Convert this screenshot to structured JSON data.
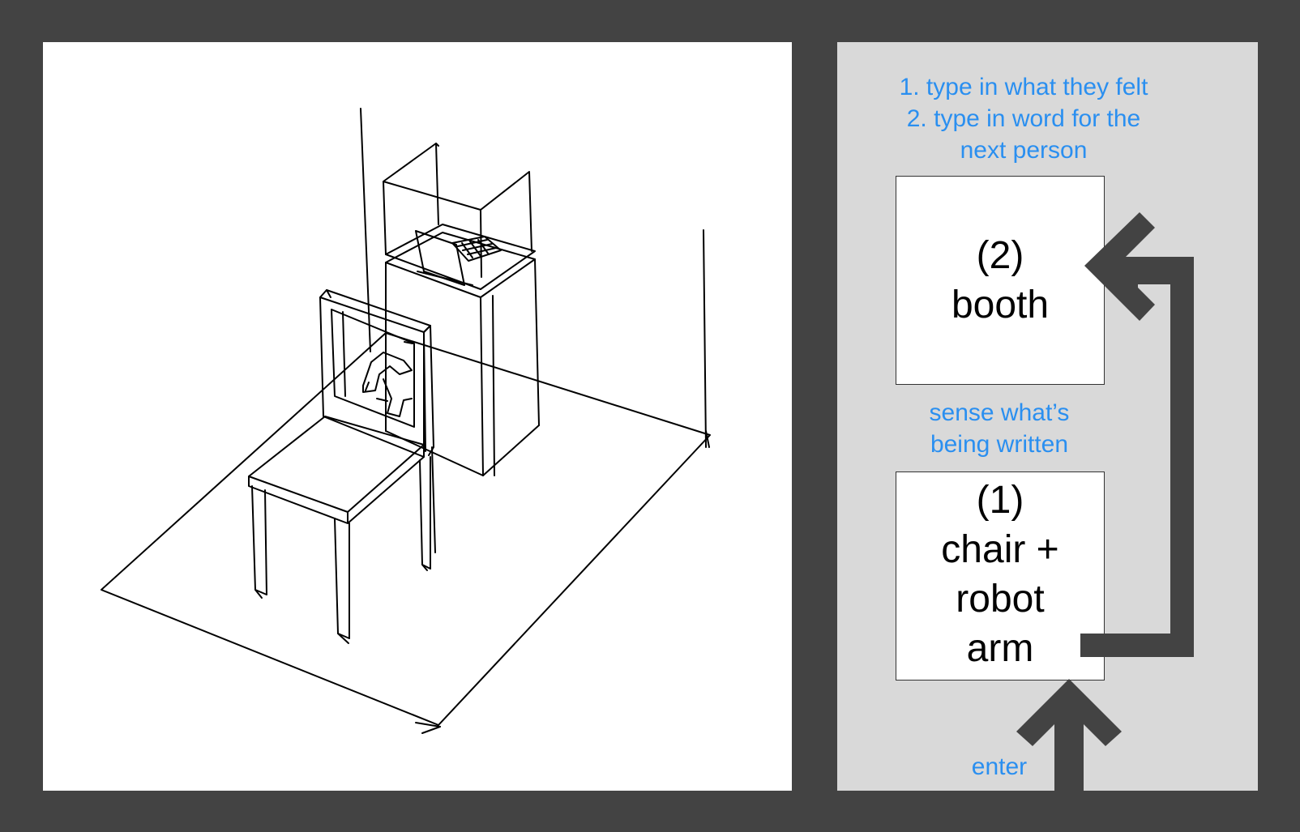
{
  "sketch": {
    "description_icon": "isometric-chair-and-booth-sketch"
  },
  "flow": {
    "instructions": [
      "1. type in what they felt",
      "2. type in word for the",
      "next person"
    ],
    "booth": {
      "number": "(2)",
      "name": "booth"
    },
    "between_label_lines": [
      "sense what’s",
      "being written"
    ],
    "chair": {
      "number": "(1)",
      "lines": [
        "chair +",
        "robot",
        "arm"
      ]
    },
    "enter_label": "enter"
  },
  "colors": {
    "frame": "#434343",
    "panel_gray": "#d9d9d9",
    "note_blue": "#2a8ff0",
    "arrow": "#434343"
  }
}
